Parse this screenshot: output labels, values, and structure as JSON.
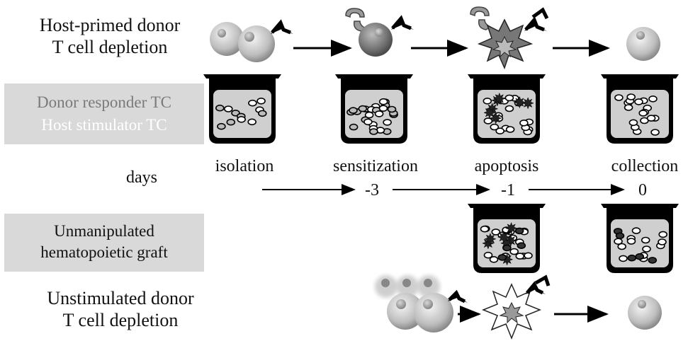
{
  "titles": {
    "top_line1": "Host-primed donor",
    "top_line2": "T cell depletion",
    "bottom_line1": "Unstimulated donor",
    "bottom_line2": "T cell depletion"
  },
  "legend": {
    "responder": "Donor responder  TC",
    "stimulator": "Host stimulator TC",
    "graft_line1": "Unmanipulated",
    "graft_line2": "hematopoietic graft"
  },
  "timeline": {
    "days_label": "days",
    "stages": [
      "isolation",
      "sensitization",
      "apoptosis",
      "collection"
    ],
    "day_values": [
      "-3",
      "-1",
      "0"
    ]
  },
  "colors": {
    "legend_box": "#d9d9d9",
    "responder_text": "#7a7a7a",
    "stimulator_text": "#ffffff",
    "well_fill": "#cfcfcf",
    "ink": "#000000"
  }
}
